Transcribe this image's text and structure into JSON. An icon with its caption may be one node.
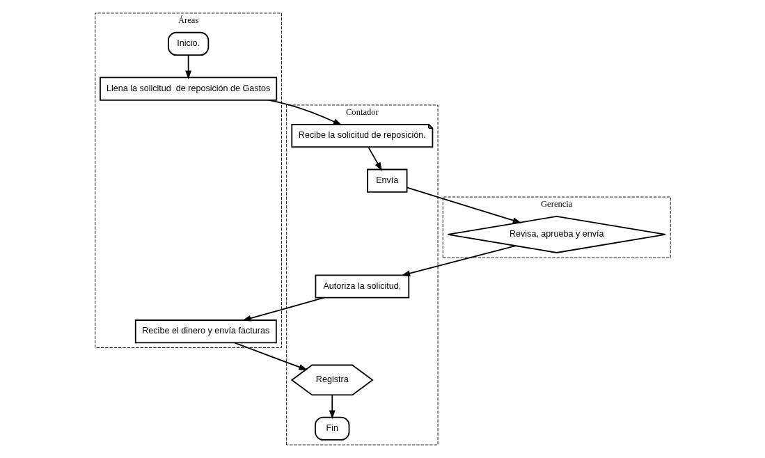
{
  "diagram": {
    "nodes": [
      {
        "text": [
          "Áreas"
        ]
      },
      {
        "text": [
          "Contador"
        ]
      },
      {
        "text": [
          "Gerencia"
        ]
      },
      {
        "text": [
          "Inicio."
        ],
        "in": 0
      },
      {
        "text": [
          "Llena la solicitud  de reposición de Gastos"
        ],
        "in": 0
      },
      {
        "text": [
          "Recibe la solicitud de reposición."
        ],
        "in": 1
      },
      {
        "text": [
          "Envía"
        ],
        "in": 1
      },
      {
        "text": [
          "Revisa, aprueba y envía"
        ],
        "in": 2
      },
      {
        "text": [
          "Recibe el dinero y envía facturas"
        ],
        "in": 0
      },
      {
        "text": [
          "Autoriza la solicitud,"
        ],
        "in": 1
      },
      {
        "text": [
          "Registra"
        ],
        "in": 1
      },
      {
        "text": [
          "Fin"
        ],
        "in": 1
      }
    ],
    "edges": [
      {
        "from": 3,
        "to": 4,
        "arrow": "to"
      },
      {
        "from": 4,
        "to": 5,
        "arrow": "to"
      },
      {
        "from": 5,
        "to": 6,
        "arrow": "to"
      },
      {
        "from": 6,
        "to": 7,
        "arrow": "to"
      },
      {
        "from": 7,
        "to": 9,
        "arrow": "to"
      },
      {
        "from": 9,
        "to": 8,
        "arrow": "to"
      },
      {
        "from": 8,
        "to": 10,
        "arrow": "to"
      },
      {
        "from": 10,
        "to": 11,
        "arrow": "to"
      }
    ]
  }
}
